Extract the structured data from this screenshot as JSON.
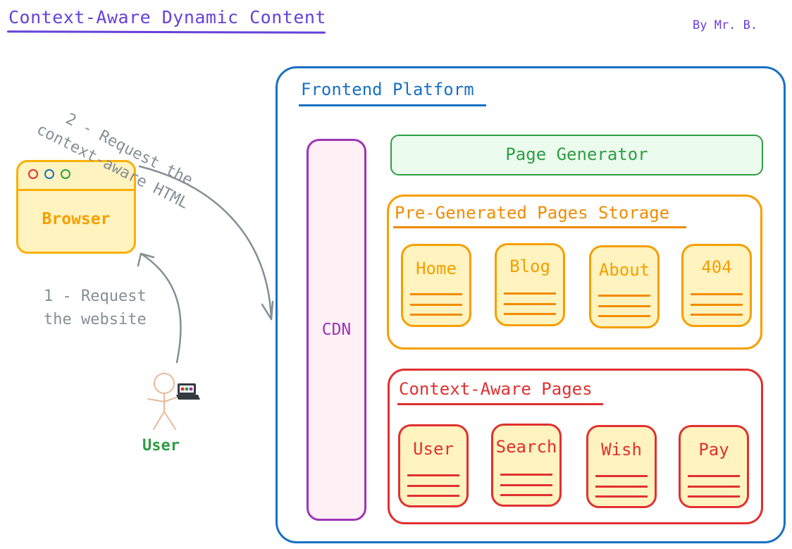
{
  "header": {
    "title": "Context-Aware Dynamic Content",
    "author": "By Mr. B."
  },
  "browser": {
    "label": "Browser",
    "dot_colors": [
      "#e03131",
      "#1971c2",
      "#2f9e44"
    ]
  },
  "steps": {
    "step1": [
      "1 - Request",
      "the website"
    ],
    "step2": [
      "2 - Request the",
      "context-aware HTML"
    ]
  },
  "user": {
    "label": "User"
  },
  "frontend": {
    "title": "Frontend Platform"
  },
  "cdn": {
    "label": "CDN"
  },
  "page_generator": {
    "label": "Page Generator"
  },
  "pregenerated": {
    "title": "Pre-Generated Pages Storage",
    "pages": [
      "Home",
      "Blog",
      "About",
      "404"
    ]
  },
  "context_aware": {
    "title": "Context-Aware Pages",
    "pages": [
      "User",
      "Search",
      "Wish",
      "Pay"
    ]
  },
  "colors": {
    "title": "#6741d9",
    "browser": "#fab005",
    "frontend": "#1971c2",
    "cdn": "#9c36b5",
    "page_generator": "#2f9e44",
    "pregenerated": "#f59f00",
    "context_aware": "#e03131",
    "arrows": "#868e96"
  }
}
